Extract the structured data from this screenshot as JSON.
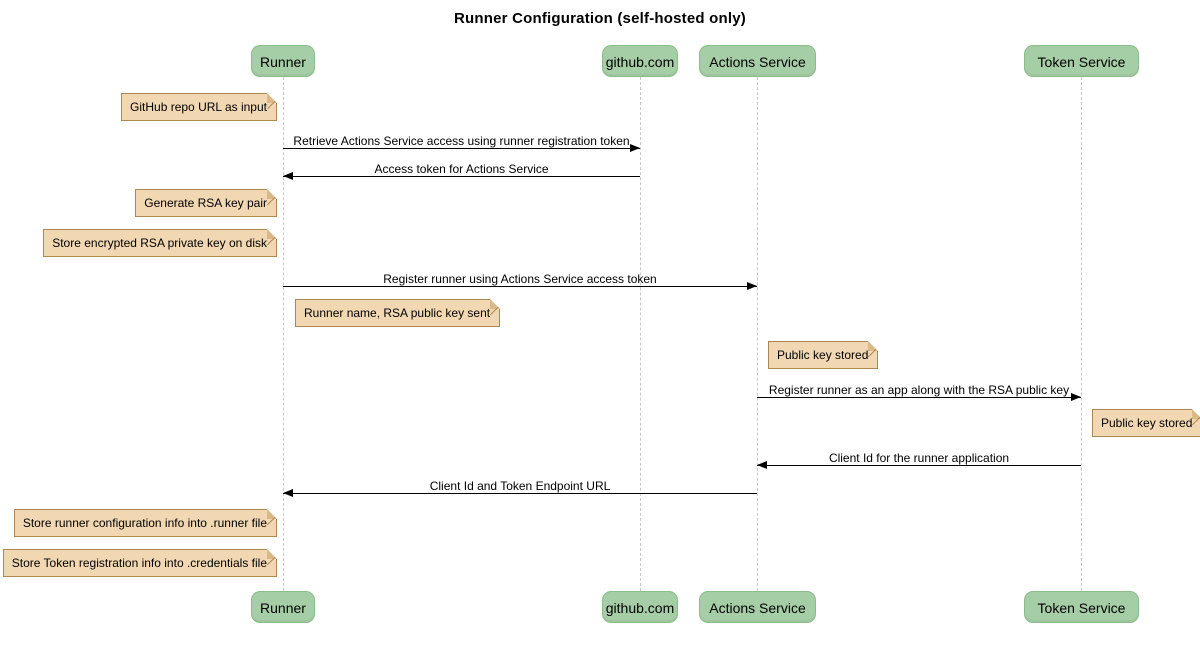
{
  "title": "Runner Configuration (self-hosted only)",
  "actors": [
    {
      "name": "Runner"
    },
    {
      "name": "github.com"
    },
    {
      "name": "Actions Service"
    },
    {
      "name": "Token Service"
    }
  ],
  "messages": [
    {
      "from": "Runner",
      "to": "github.com",
      "text": "Retrieve Actions Service access using runner registration token"
    },
    {
      "from": "github.com",
      "to": "Runner",
      "text": "Access token for Actions Service"
    },
    {
      "from": "Runner",
      "to": "Actions Service",
      "text": "Register runner using Actions Service access token"
    },
    {
      "from": "Actions Service",
      "to": "Token Service",
      "text": "Register runner as an app along with the RSA public key"
    },
    {
      "from": "Token Service",
      "to": "Actions Service",
      "text": "Client Id for the runner application"
    },
    {
      "from": "Actions Service",
      "to": "Runner",
      "text": "Client Id and Token Endpoint URL"
    }
  ],
  "notes": [
    {
      "anchor": "Runner",
      "side": "left",
      "text": "GitHub repo URL as input"
    },
    {
      "anchor": "Runner",
      "side": "left",
      "text": "Generate RSA key pair"
    },
    {
      "anchor": "Runner",
      "side": "left",
      "text": "Store encrypted RSA private key on disk"
    },
    {
      "anchor": "Runner",
      "side": "right",
      "text": "Runner name, RSA public key sent"
    },
    {
      "anchor": "Actions Service",
      "side": "right",
      "text": "Public key stored"
    },
    {
      "anchor": "Token Service",
      "side": "right",
      "text": "Public key stored"
    },
    {
      "anchor": "Runner",
      "side": "left",
      "text": "Store runner configuration info into .runner file"
    },
    {
      "anchor": "Runner",
      "side": "left",
      "text": "Store Token registration info into .credentials file"
    }
  ],
  "colors": {
    "bg": "#ffffff",
    "actor_fill": "#a6cea6",
    "actor_border": "#8bbd8b",
    "note_fill": "#f2d8b2",
    "note_border": "#ad8753",
    "note_fold": "#d9b88a",
    "lifeline": "#c8c8c8",
    "arrow": "#000000"
  }
}
